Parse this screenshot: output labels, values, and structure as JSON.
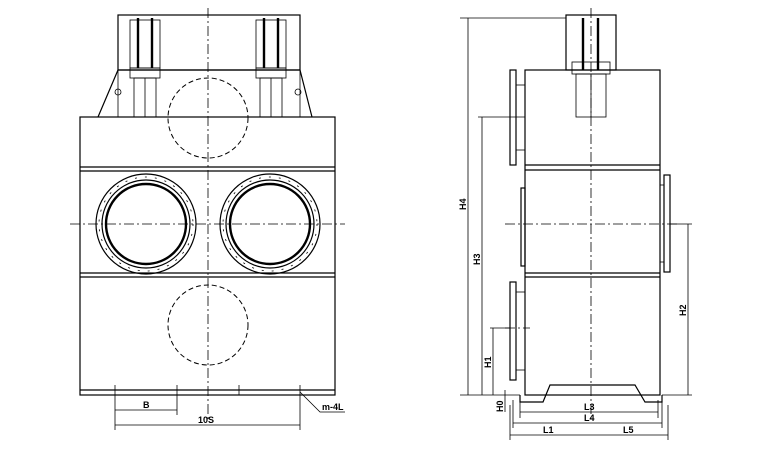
{
  "front_view": {
    "dim_bolt_pitch": "B",
    "dim_total_bolt": "10S",
    "hole_callout": "m-4L"
  },
  "side_view": {
    "dim_h4": "H4",
    "dim_h3": "H3",
    "dim_h1": "H1",
    "dim_h2": "H2",
    "dim_h0": "H0",
    "dim_l3": "L3",
    "dim_l4": "L4",
    "dim_l1": "L1",
    "dim_l5": "L5"
  }
}
